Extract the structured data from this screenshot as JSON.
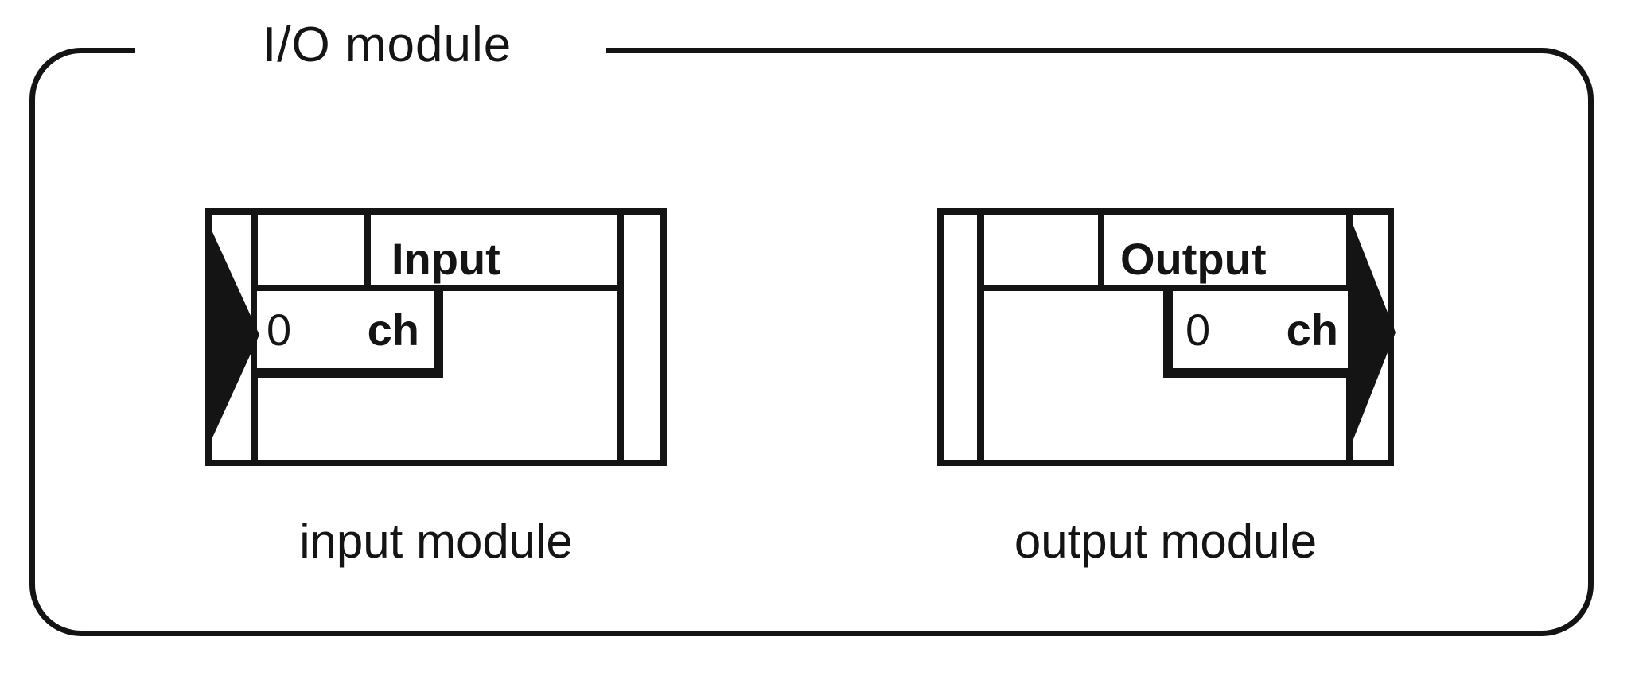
{
  "figure": {
    "title": "I/O module",
    "modules": [
      {
        "name": "input",
        "port_label": "Input",
        "channel_count": "0",
        "channel_unit": "ch",
        "caption": "input module",
        "arrow_direction": "right"
      },
      {
        "name": "output",
        "port_label": "Output",
        "channel_count": "0",
        "channel_unit": "ch",
        "caption": "output module",
        "arrow_direction": "right"
      }
    ],
    "colors": {
      "ink": "#141414",
      "background": "#ffffff"
    }
  }
}
